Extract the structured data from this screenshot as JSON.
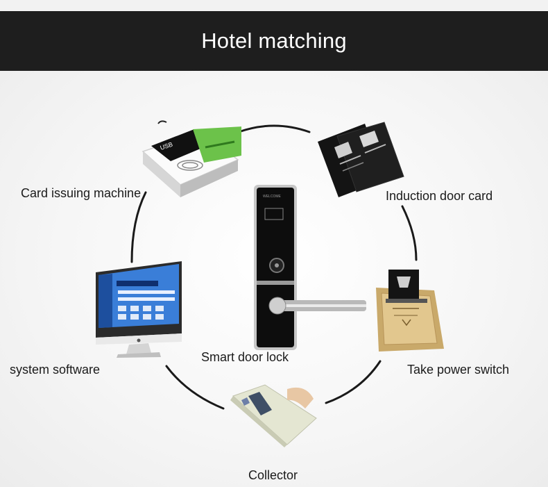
{
  "header": {
    "title": "Hotel matching"
  },
  "items": {
    "card_issuer": {
      "label": "Card issuing machine",
      "icon": "card-reader-icon",
      "screen_text": "USB"
    },
    "door_card": {
      "label": "Induction door card",
      "icon": "key-card-icon"
    },
    "door_lock": {
      "label": "Smart door lock",
      "icon": "door-lock-icon",
      "panel_text": "WELCOME"
    },
    "software": {
      "label": "system software",
      "icon": "monitor-icon"
    },
    "power_switch": {
      "label": "Take power switch",
      "icon": "power-switch-icon"
    },
    "collector": {
      "label": "Collector",
      "icon": "handheld-collector-icon"
    }
  },
  "colors": {
    "header_bg": "#1e1e1e",
    "ring": "#1a1a1a",
    "card_green": "#6cc24a",
    "switch_gold": "#c9a96a"
  }
}
